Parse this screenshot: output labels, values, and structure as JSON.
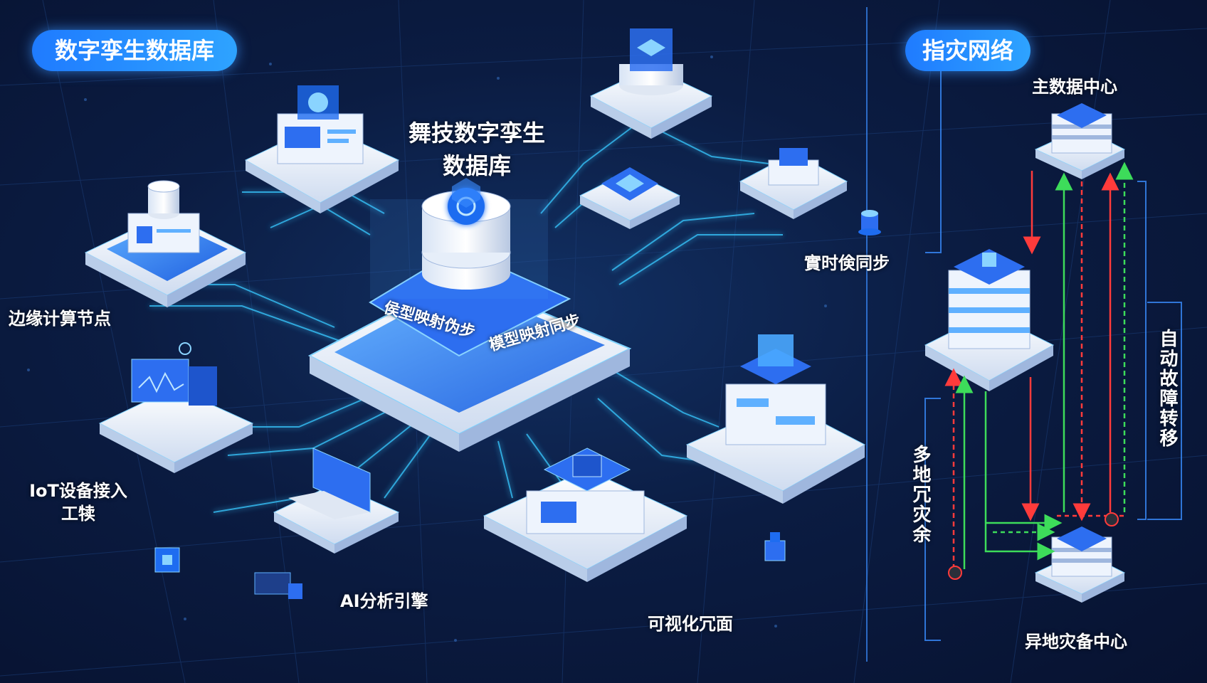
{
  "headers": {
    "left_pill": "数字孪生数据库",
    "right_pill": "指灾网络"
  },
  "core": {
    "title_line1": "舞技数字孪生",
    "title_line2": "数据库",
    "sync_label_left": "侯型映射伪步",
    "sync_label_right": "模型映射同步"
  },
  "nodes": {
    "edge": "边缘计算节点",
    "iot_line1": "IoT设备接入",
    "iot_line2": "工犊",
    "ai": "AI分析引擎",
    "visual": "可视化冗面",
    "realtime_sync": "實时倹同步"
  },
  "disaster": {
    "main_dc": "主数据中心",
    "backup_dc": "异地灾备中心",
    "multi_site": "多地冗灾余",
    "auto_failover": "自动故障转移"
  },
  "colors": {
    "background": "#0a1633",
    "accent_blue": "#2ea3ff",
    "line_cyan": "#38c8ff",
    "arrow_red": "#ff3b3b",
    "arrow_green": "#3ddc5a"
  }
}
